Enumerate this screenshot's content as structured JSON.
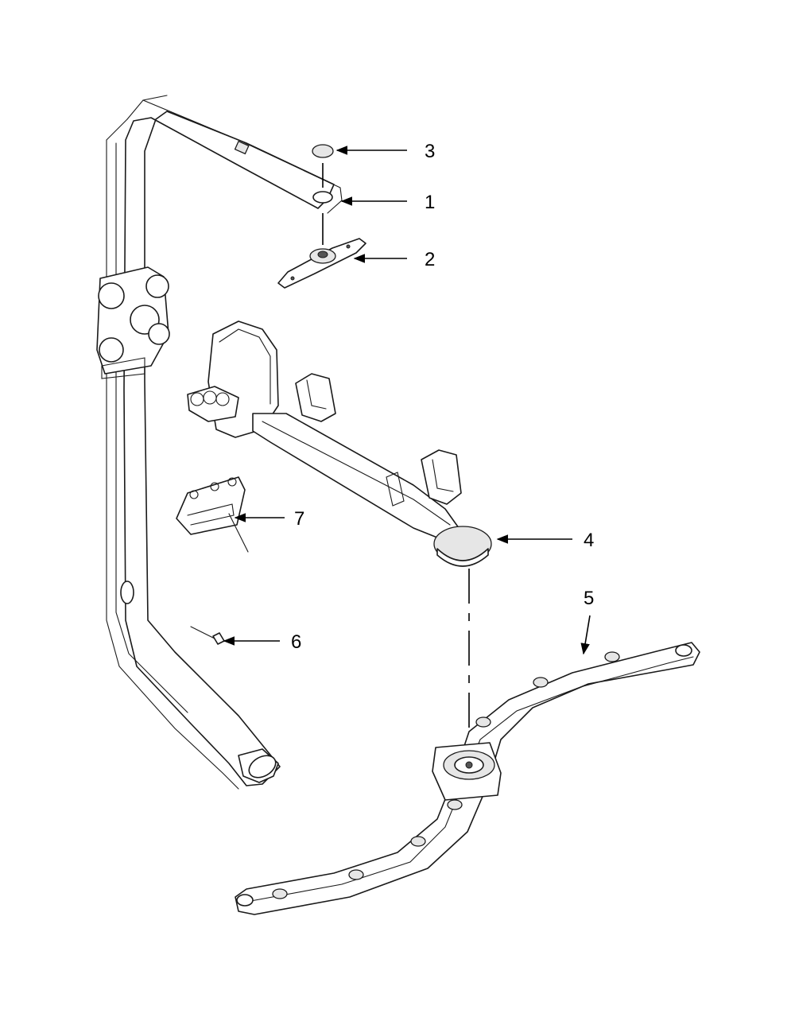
{
  "callouts": {
    "c1": "1",
    "c2": "2",
    "c3": "3",
    "c4": "4",
    "c5": "5",
    "c6": "6",
    "c7": "7"
  },
  "colors": {
    "line": "#1a1a1a",
    "background": "#ffffff",
    "shade": "#e6e6e6"
  }
}
